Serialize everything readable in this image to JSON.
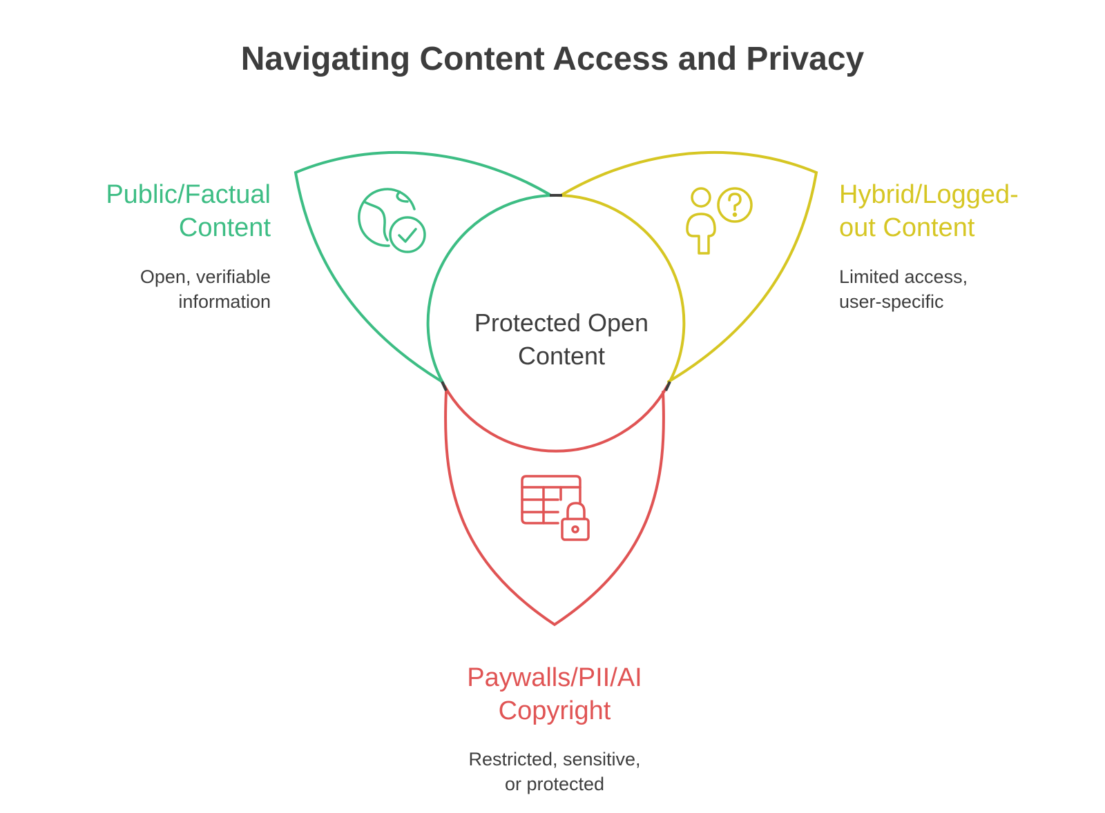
{
  "title": "Navigating Content Access and Privacy",
  "colors": {
    "green": "#3dbd84",
    "yellow": "#d6c623",
    "red": "#e05454",
    "text": "#3d3d3d"
  },
  "center": {
    "line1": "Protected Open",
    "line2": "Content"
  },
  "sections": {
    "public": {
      "title_line1": "Public/Factual",
      "title_line2": "Content",
      "desc_line1": "Open, verifiable",
      "desc_line2": "information",
      "icon": "globe-check-icon"
    },
    "hybrid": {
      "title_line1": "Hybrid/Logged-",
      "title_line2": "out Content",
      "desc_line1": "Limited access,",
      "desc_line2": "user-specific",
      "icon": "user-question-icon"
    },
    "restricted": {
      "title_line1": "Paywalls/PII/AI",
      "title_line2": "Copyright",
      "desc_line1": "Restricted, sensitive,",
      "desc_line2": "or protected",
      "icon": "locked-table-icon"
    }
  }
}
